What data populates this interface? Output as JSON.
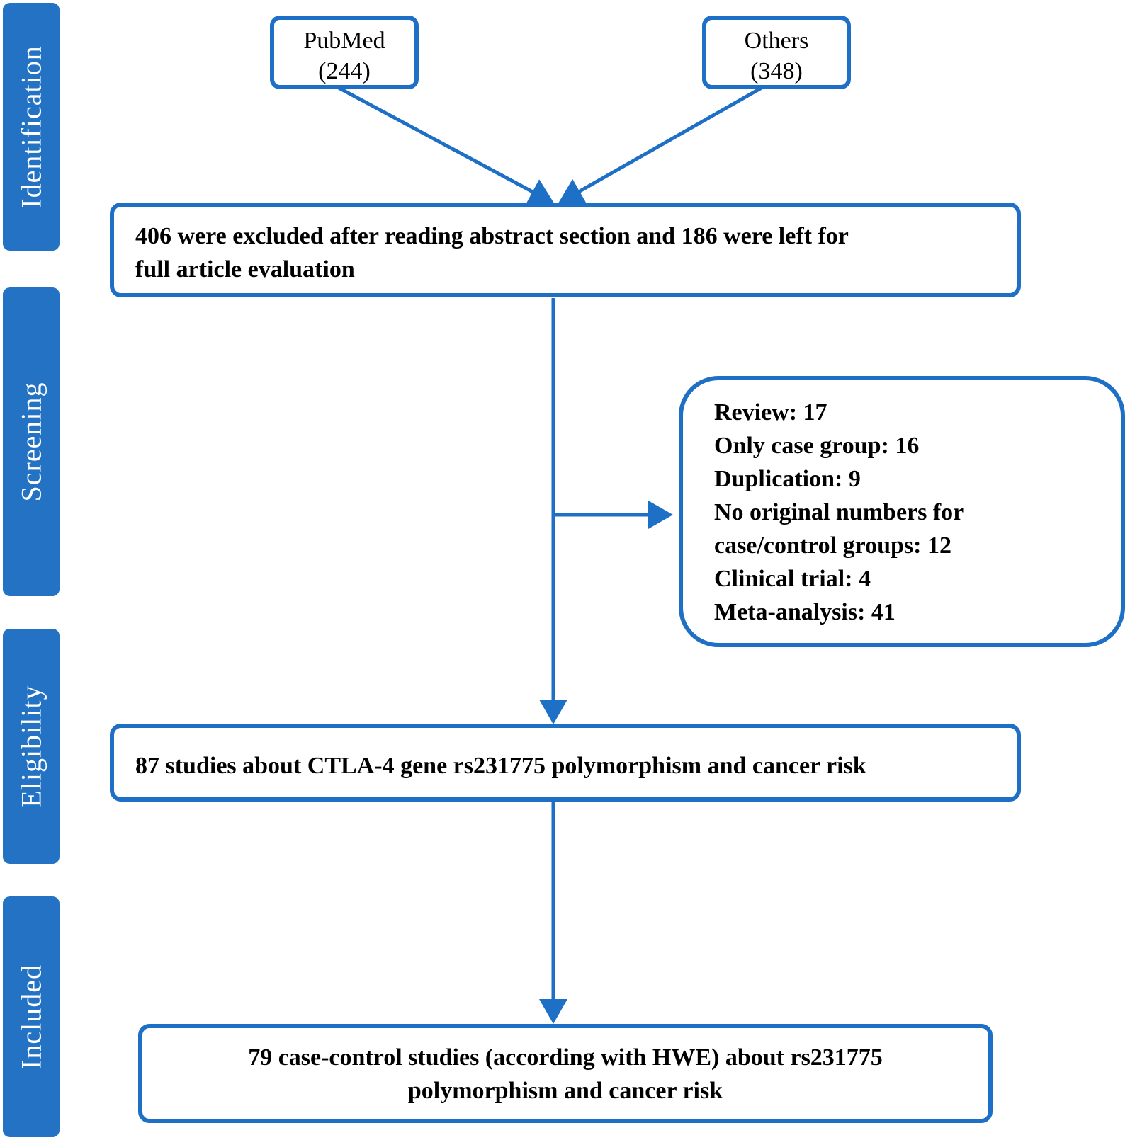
{
  "stages": [
    "Identification",
    "Screening",
    "Eligibility",
    "Included"
  ],
  "sources": [
    {
      "name": "PubMed",
      "count": "(244)"
    },
    {
      "name": "Others",
      "count": "(348)"
    }
  ],
  "screening_box": {
    "line1": "406 were excluded after reading abstract section and 186 were left for",
    "line2": "full article evaluation"
  },
  "exclusions": [
    "Review: 17",
    "Only case group:  16",
    "Duplication: 9",
    "No original numbers for",
    "case/control groups: 12",
    "Clinical trial: 4",
    "Meta-analysis: 41"
  ],
  "eligibility_box": {
    "text": "87 studies about CTLA-4 gene rs231775 polymorphism and cancer risk"
  },
  "included_box": {
    "line1": "79 case-control studies (according with HWE) about rs231775",
    "line2": "polymorphism and cancer risk"
  },
  "colors": {
    "stage_fill": "#2372c4",
    "box_border": "#1e6fc6",
    "arrow": "#1e6fc6"
  }
}
